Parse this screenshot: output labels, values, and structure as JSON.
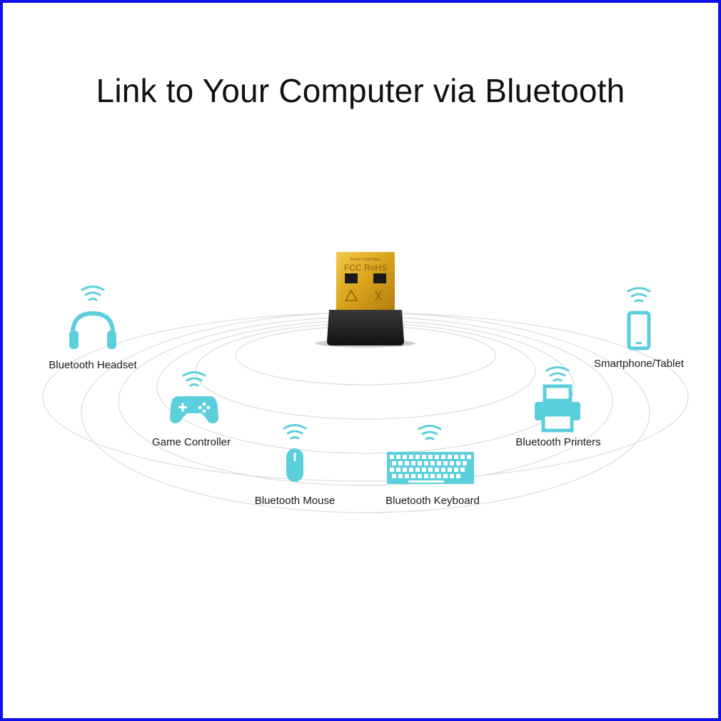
{
  "title": "Link to Your Computer via Bluetooth",
  "accent_color": "#5ccfdc",
  "adapter": {
    "label_text": "Archer T2UB Nano",
    "cert_marks": "FCC RoHS",
    "body_color": "#222222",
    "plug_color": "#d9a21b"
  },
  "devices": [
    {
      "id": "headset",
      "label": "Bluetooth Headset",
      "icon": "headphones-icon"
    },
    {
      "id": "controller",
      "label": "Game Controller",
      "icon": "gamepad-icon"
    },
    {
      "id": "mouse",
      "label": "Bluetooth Mouse",
      "icon": "mouse-icon"
    },
    {
      "id": "keyboard",
      "label": "Bluetooth Keyboard",
      "icon": "keyboard-icon"
    },
    {
      "id": "printer",
      "label": "Bluetooth Printers",
      "icon": "printer-icon"
    },
    {
      "id": "phone",
      "label": "Smartphone/Tablet",
      "icon": "smartphone-icon"
    }
  ]
}
